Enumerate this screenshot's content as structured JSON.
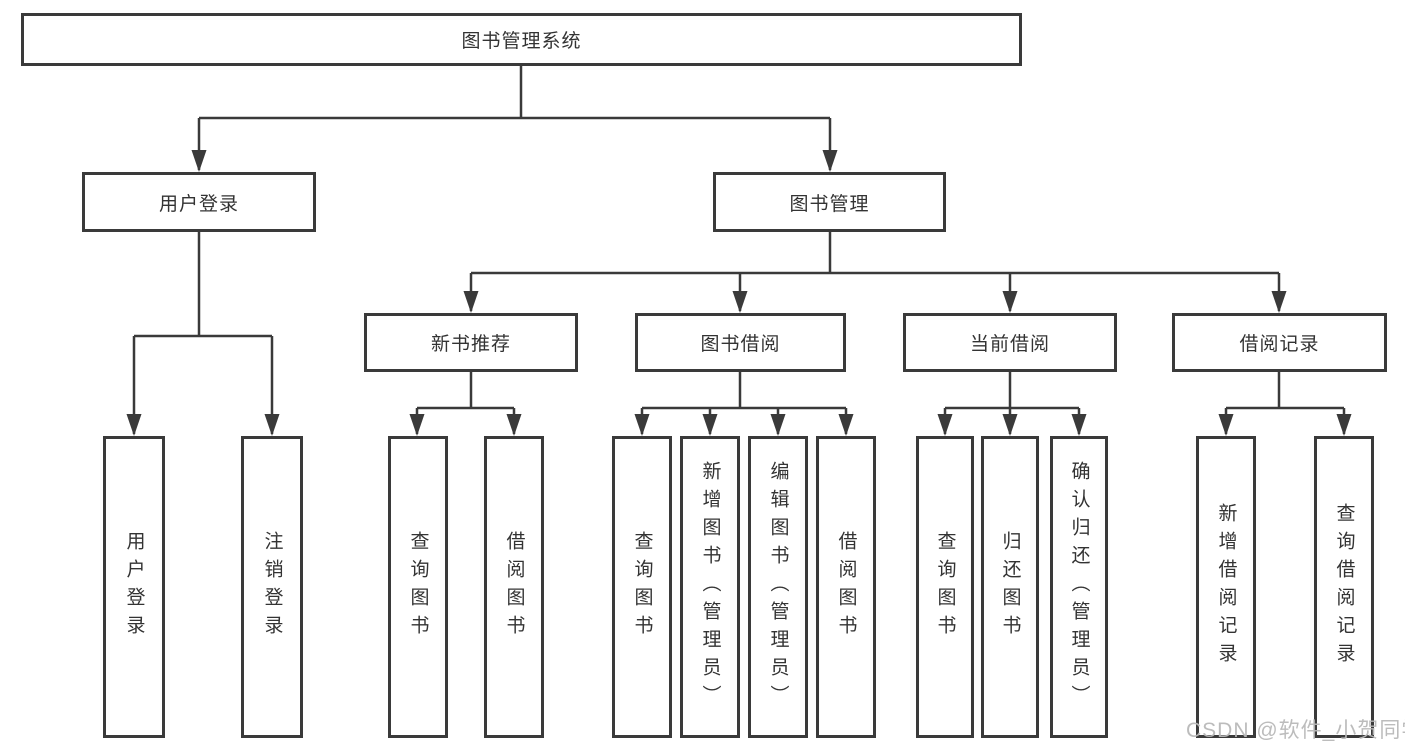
{
  "tree": {
    "root": {
      "label": "图书管理系统"
    },
    "branches": [
      {
        "label": "用户登录",
        "children": [
          {
            "label": "用户登录"
          },
          {
            "label": "注销登录"
          }
        ]
      },
      {
        "label": "图书管理",
        "children": [
          {
            "label": "新书推荐",
            "children": [
              {
                "label": "查询图书"
              },
              {
                "label": "借阅图书"
              }
            ]
          },
          {
            "label": "图书借阅",
            "children": [
              {
                "label": "查询图书"
              },
              {
                "label": "新增图书（管理员）"
              },
              {
                "label": "编辑图书（管理员）"
              },
              {
                "label": "借阅图书"
              }
            ]
          },
          {
            "label": "当前借阅",
            "children": [
              {
                "label": "查询图书"
              },
              {
                "label": "归还图书"
              },
              {
                "label": "确认归还（管理员）"
              }
            ]
          },
          {
            "label": "借阅记录",
            "children": [
              {
                "label": "新增借阅记录"
              },
              {
                "label": "查询借阅记录"
              }
            ]
          }
        ]
      }
    ]
  },
  "watermark": {
    "text": "CSDN @软件_小贺同学"
  },
  "colors": {
    "line": "#3a3a3a",
    "border": "#3a3a3a",
    "text": "#333333",
    "background": "#ffffff",
    "watermark": "#b8b8b8"
  }
}
